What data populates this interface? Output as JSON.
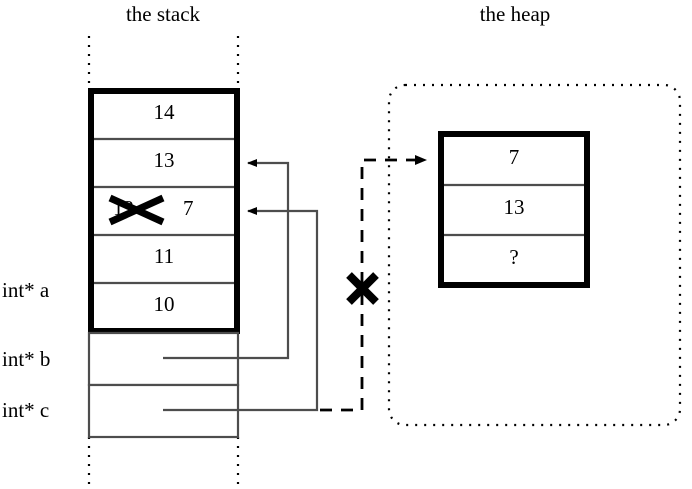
{
  "diagram": {
    "title_stack": "the stack",
    "title_heap": "the heap",
    "stack": {
      "cells": [
        {
          "value": "14",
          "struck": false
        },
        {
          "value": "13",
          "struck": false
        },
        {
          "value": "12",
          "struck": true,
          "replacement": "7"
        },
        {
          "value": "11",
          "struck": false
        },
        {
          "value": "10",
          "struck": false
        }
      ],
      "pointer_rows": [
        {
          "label": "int* b"
        },
        {
          "label": "int* c"
        }
      ],
      "labels": [
        "int* a",
        "int* b",
        "int* c"
      ]
    },
    "heap": {
      "cells": [
        {
          "value": "7"
        },
        {
          "value": "13"
        },
        {
          "value": "?"
        }
      ]
    },
    "marks": {
      "cancel_symbol": "X",
      "unknown_symbol": "?"
    },
    "colors": {
      "ink": "#000000",
      "thin_rule": "#4d4d4d",
      "background": "#ffffff"
    }
  }
}
